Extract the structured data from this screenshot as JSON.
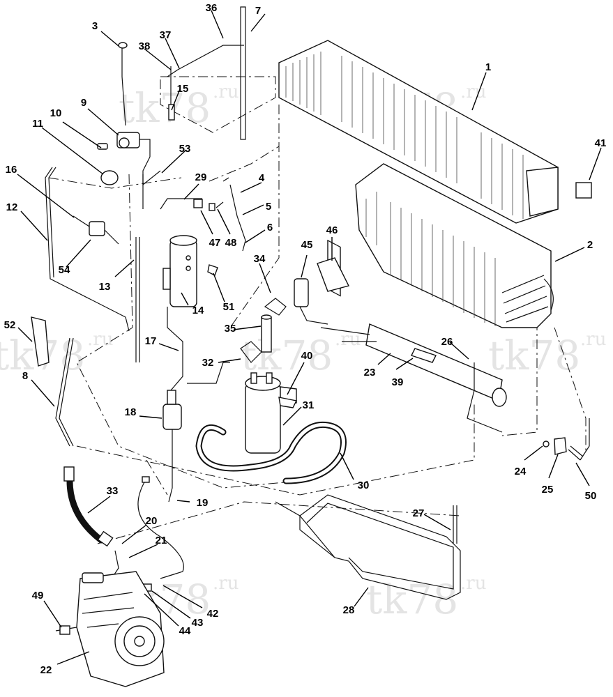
{
  "watermark": {
    "main": "tk78",
    "suffix": ".ru"
  },
  "callouts": [
    {
      "id": "c1",
      "label": "1"
    },
    {
      "id": "c2",
      "label": "2"
    },
    {
      "id": "c3",
      "label": "3"
    },
    {
      "id": "c4",
      "label": "4"
    },
    {
      "id": "c5",
      "label": "5"
    },
    {
      "id": "c6",
      "label": "6"
    },
    {
      "id": "c7",
      "label": "7"
    },
    {
      "id": "c8",
      "label": "8"
    },
    {
      "id": "c9",
      "label": "9"
    },
    {
      "id": "c10",
      "label": "10"
    },
    {
      "id": "c11",
      "label": "11"
    },
    {
      "id": "c12",
      "label": "12"
    },
    {
      "id": "c13",
      "label": "13"
    },
    {
      "id": "c14",
      "label": "14"
    },
    {
      "id": "c15",
      "label": "15"
    },
    {
      "id": "c16",
      "label": "16"
    },
    {
      "id": "c17",
      "label": "17"
    },
    {
      "id": "c18",
      "label": "18"
    },
    {
      "id": "c19",
      "label": "19"
    },
    {
      "id": "c20",
      "label": "20"
    },
    {
      "id": "c21",
      "label": "21"
    },
    {
      "id": "c22",
      "label": "22"
    },
    {
      "id": "c23",
      "label": "23"
    },
    {
      "id": "c24",
      "label": "24"
    },
    {
      "id": "c25",
      "label": "25"
    },
    {
      "id": "c26",
      "label": "26"
    },
    {
      "id": "c27",
      "label": "27"
    },
    {
      "id": "c28",
      "label": "28"
    },
    {
      "id": "c29",
      "label": "29"
    },
    {
      "id": "c30",
      "label": "30"
    },
    {
      "id": "c31",
      "label": "31"
    },
    {
      "id": "c32",
      "label": "32"
    },
    {
      "id": "c33",
      "label": "33"
    },
    {
      "id": "c34",
      "label": "34"
    },
    {
      "id": "c35",
      "label": "35"
    },
    {
      "id": "c36",
      "label": "36"
    },
    {
      "id": "c37",
      "label": "37"
    },
    {
      "id": "c38",
      "label": "38"
    },
    {
      "id": "c39",
      "label": "39"
    },
    {
      "id": "c40",
      "label": "40"
    },
    {
      "id": "c41",
      "label": "41"
    },
    {
      "id": "c42",
      "label": "42"
    },
    {
      "id": "c43",
      "label": "43"
    },
    {
      "id": "c44",
      "label": "44"
    },
    {
      "id": "c45",
      "label": "45"
    },
    {
      "id": "c46",
      "label": "46"
    },
    {
      "id": "c47",
      "label": "47"
    },
    {
      "id": "c48",
      "label": "48"
    },
    {
      "id": "c49",
      "label": "49"
    },
    {
      "id": "c50",
      "label": "50"
    },
    {
      "id": "c51",
      "label": "51"
    },
    {
      "id": "c52",
      "label": "52"
    },
    {
      "id": "c53",
      "label": "53"
    },
    {
      "id": "c54",
      "label": "54"
    }
  ]
}
